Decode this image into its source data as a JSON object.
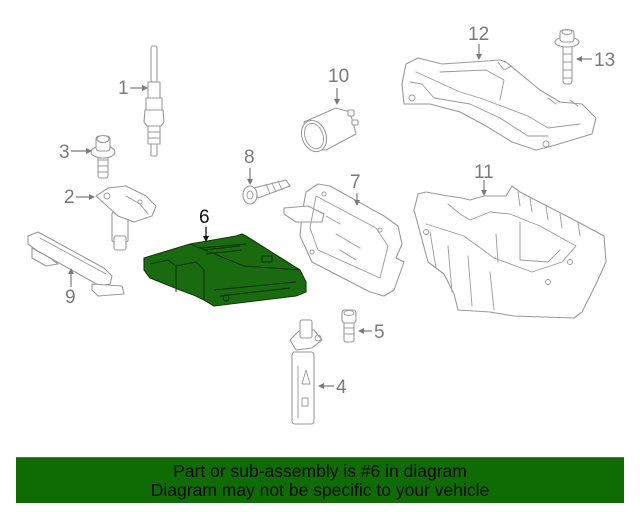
{
  "diagram": {
    "highlighted_part": "6",
    "highlight_color": "#1a6b10",
    "callouts": [
      {
        "number": "1",
        "part": "glow-plug"
      },
      {
        "number": "2",
        "part": "pressure-sensor"
      },
      {
        "number": "3",
        "part": "bolt"
      },
      {
        "number": "4",
        "part": "position-sensor"
      },
      {
        "number": "5",
        "part": "bolt"
      },
      {
        "number": "6",
        "part": "engine-control-module"
      },
      {
        "number": "7",
        "part": "mounting-bracket"
      },
      {
        "number": "8",
        "part": "bolt"
      },
      {
        "number": "9",
        "part": "bracket"
      },
      {
        "number": "10",
        "part": "relay"
      },
      {
        "number": "11",
        "part": "box-housing"
      },
      {
        "number": "12",
        "part": "cover"
      },
      {
        "number": "13",
        "part": "bolt"
      }
    ]
  },
  "banner": {
    "line1": "Part or sub-assembly is #6 in diagram",
    "line2": "Diagram may not be specific to your vehicle",
    "background": "#0f6b04"
  }
}
